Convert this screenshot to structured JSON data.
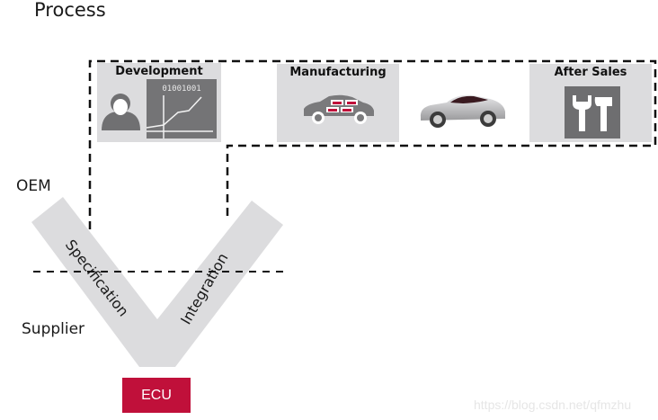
{
  "title": "Process",
  "levels": {
    "oem": "OEM",
    "supplier": "Supplier"
  },
  "stages": [
    {
      "label": "Development",
      "icon": "developer-chart-icon",
      "chart_text": "01001001"
    },
    {
      "label": "Manufacturing",
      "icon": "car-assembly-icon"
    },
    {
      "label": "",
      "icon": "car-icon"
    },
    {
      "label": "After Sales",
      "icon": "tools-icon"
    }
  ],
  "v_model": {
    "left_arm": "Specification",
    "right_arm": "Integration",
    "bottom": "ECU"
  },
  "colors": {
    "accent": "#c0103a",
    "box": "#dcdcde",
    "v_shape": "#dcdcde",
    "icon_dark": "#6e6e70"
  },
  "watermark": "https://blog.csdn.net/qfmzhu"
}
